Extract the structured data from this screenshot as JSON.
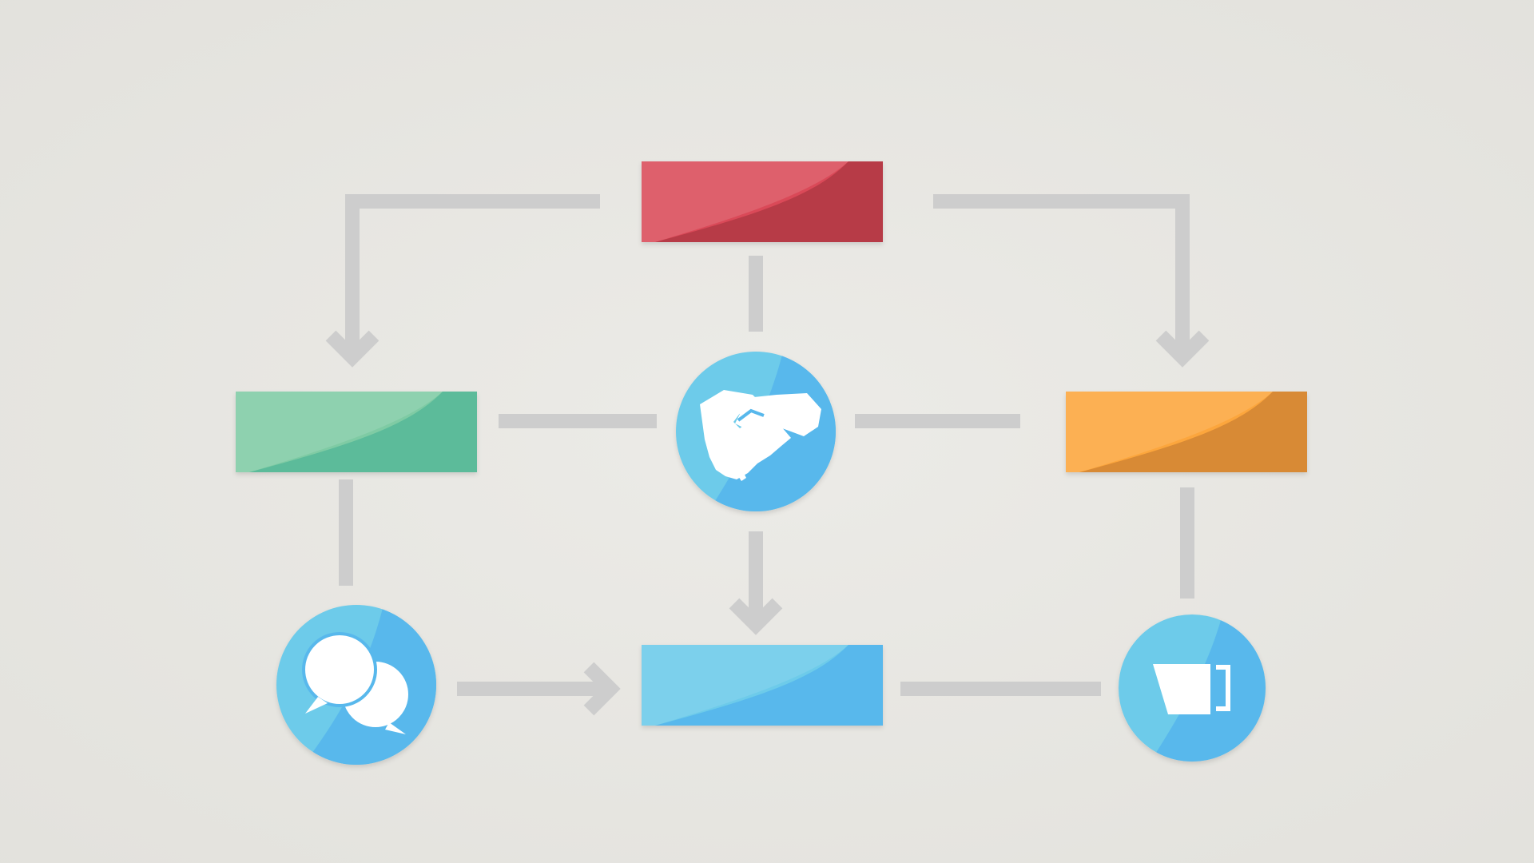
{
  "background": {
    "color": "#ecebe7",
    "edge_color": "#e2e1dc"
  },
  "connector_color": "#cdcdcd",
  "icon_color": "#ffffff",
  "nodes": [
    {
      "id": "top-box",
      "shape": "box",
      "color": "#da4a58",
      "shade": "#b73a46"
    },
    {
      "id": "left-box",
      "shape": "box",
      "color": "#7fcba4",
      "shade": "#5bbb9a"
    },
    {
      "id": "right-box",
      "shape": "box",
      "color": "#fca63c",
      "shade": "#d88a36"
    },
    {
      "id": "bottom-box",
      "shape": "box",
      "color": "#6dcbea",
      "shade": "#58b8ec"
    },
    {
      "id": "handshake-circle",
      "shape": "circle",
      "icon": "handshake-icon",
      "color": "#6dcbea",
      "shade": "#58b8ec"
    },
    {
      "id": "chat-circle",
      "shape": "circle",
      "icon": "chat-bubbles-icon",
      "color": "#6dcbea",
      "shade": "#58b8ec"
    },
    {
      "id": "cup-circle",
      "shape": "circle",
      "icon": "coffee-cup-icon",
      "color": "#6dcbea",
      "shade": "#58b8ec"
    }
  ],
  "edges": [
    {
      "from": "top-box",
      "to": "left-box",
      "arrow": true
    },
    {
      "from": "top-box",
      "to": "right-box",
      "arrow": true
    },
    {
      "from": "top-box",
      "to": "handshake-circle",
      "arrow": false
    },
    {
      "from": "left-box",
      "to": "handshake-circle",
      "arrow": false
    },
    {
      "from": "handshake-circle",
      "to": "right-box",
      "arrow": false
    },
    {
      "from": "handshake-circle",
      "to": "bottom-box",
      "arrow": true
    },
    {
      "from": "left-box",
      "to": "chat-circle",
      "arrow": false
    },
    {
      "from": "chat-circle",
      "to": "bottom-box",
      "arrow": true
    },
    {
      "from": "bottom-box",
      "to": "cup-circle",
      "arrow": false
    },
    {
      "from": "right-box",
      "to": "cup-circle",
      "arrow": false
    }
  ]
}
